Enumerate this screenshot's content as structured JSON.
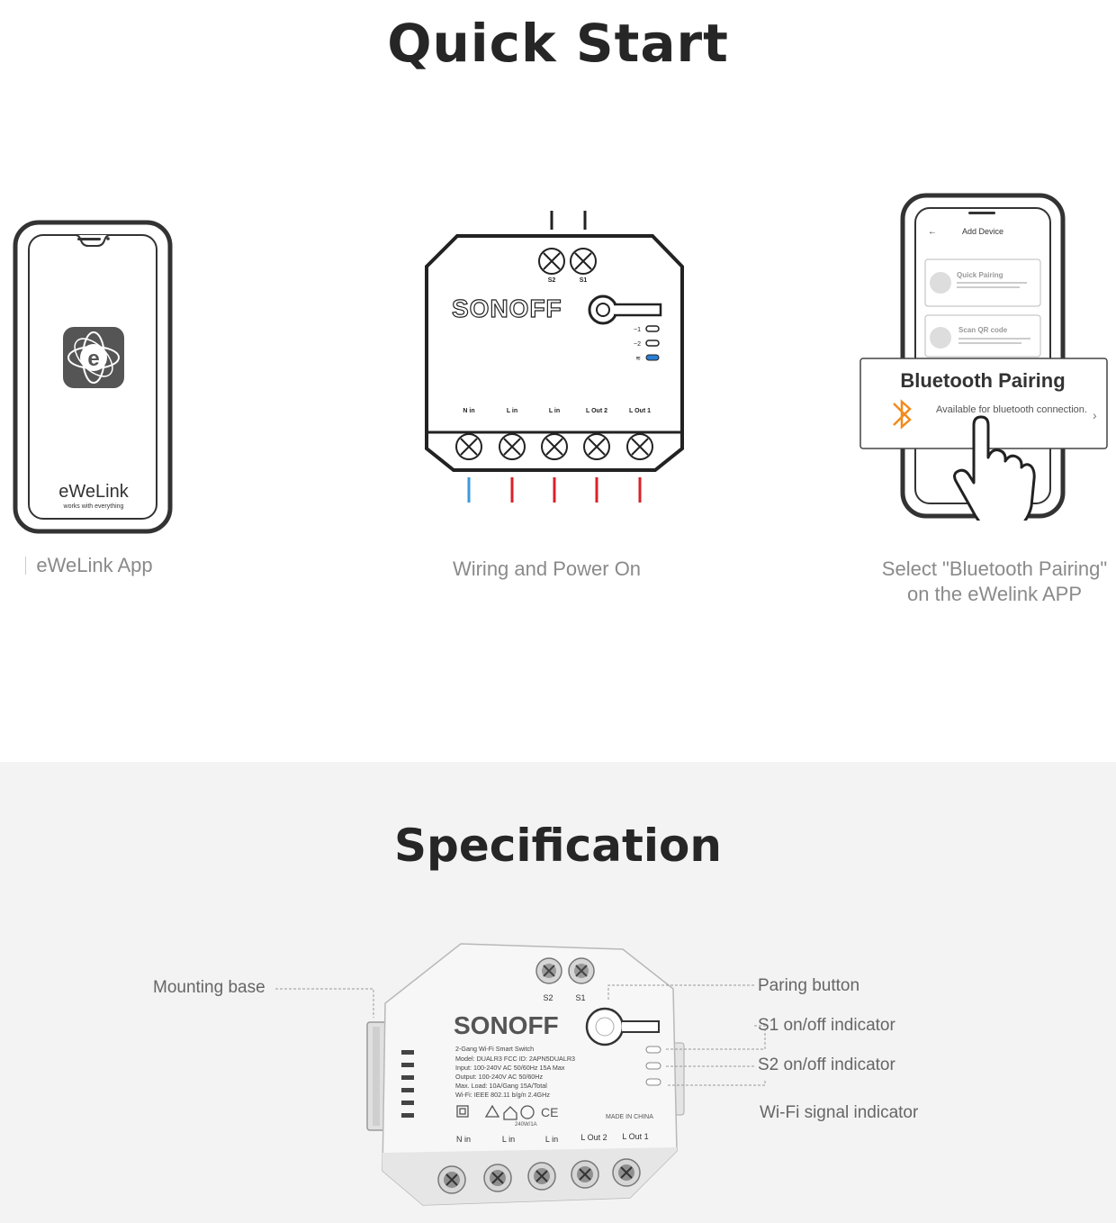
{
  "quick_start": {
    "title": "Quick Start",
    "steps": [
      {
        "caption": "eWeLink App",
        "app_name": "eWeLink",
        "app_tagline": "works with everything"
      },
      {
        "caption": "Wiring and Power On"
      },
      {
        "caption_line1": "Select \"Bluetooth Pairing\"",
        "caption_line2": "on the eWelink APP",
        "screen_title": "Add Device",
        "option1": "Quick Pairing",
        "option2": "Scan QR code",
        "popup_title": "Bluetooth Pairing",
        "popup_text": "Available for bluetooth connection."
      }
    ]
  },
  "device_diagram": {
    "brand": "SONOFF",
    "top_terminals": [
      "S2",
      "S1"
    ],
    "bottom_terminals": [
      "N in",
      "L in",
      "L in",
      "L Out 2",
      "L Out 1"
    ],
    "wire_colors": [
      "#3a9ad9",
      "#d9222a",
      "#d9222a",
      "#d9222a",
      "#d9222a"
    ]
  },
  "specification": {
    "title": "Specification",
    "label_line1": "2-Gang Wi-Fi Smart Switch",
    "label_line2": "Model: DUALR3   FCC ID: 2APN5DUALR3",
    "label_line3": "Input: 100-240V AC 50/60Hz 15A Max",
    "label_line4": "Output: 100-240V AC 50/60Hz",
    "label_line5": "Max. Load: 10A/Gang 15A/Total",
    "label_line6": "Wi-Fi: IEEE 802.11 b/g/n 2.4GHz",
    "made_in": "MADE IN CHINA",
    "rating": "240W/1A",
    "callouts": {
      "mounting_base": "Mounting base",
      "paring_button": "Paring button",
      "s1_indicator": "S1 on/off indicator",
      "s2_indicator": "S2 on/off indicator",
      "wifi_indicator": "Wi-Fi signal indicator"
    }
  }
}
